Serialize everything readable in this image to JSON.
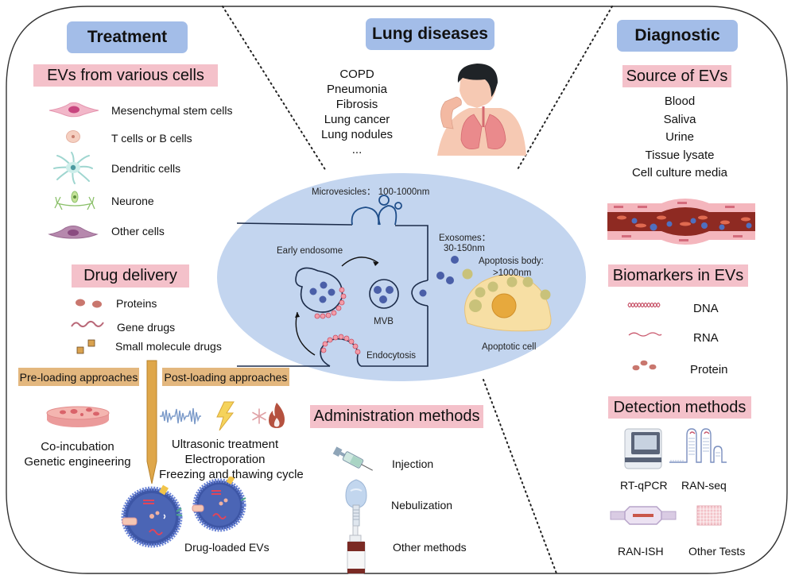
{
  "sections": {
    "treatment": {
      "title": "Treatment",
      "evs_from_cells": {
        "heading": "EVs from various cells",
        "items": [
          {
            "icon": "mesenchymal-stem-cell-icon",
            "label": "Mesenchymal stem cells"
          },
          {
            "icon": "lymphocyte-icon",
            "label": "T cells or B cells"
          },
          {
            "icon": "dendritic-cell-icon",
            "label": "Dendritic cells"
          },
          {
            "icon": "neurone-icon",
            "label": "Neurone"
          },
          {
            "icon": "other-cell-icon",
            "label": "Other cells"
          }
        ]
      },
      "drug_delivery": {
        "heading": "Drug delivery",
        "items": [
          {
            "icon": "protein-dots-icon",
            "label": "Proteins"
          },
          {
            "icon": "gene-wave-icon",
            "label": "Gene drugs"
          },
          {
            "icon": "small-molecule-squares-icon",
            "label": "Small molecule drugs"
          }
        ],
        "pre_loading": {
          "heading": "Pre-loading approaches",
          "icon": "petri-dish-icon",
          "methods": [
            "Co-incubation",
            "Genetic engineering"
          ]
        },
        "post_loading": {
          "heading": "Post-loading approaches",
          "icons": [
            "ultrasound-wave-icon",
            "lightning-icon",
            "snowflake-icon",
            "flame-icon"
          ],
          "methods": [
            "Ultrasonic treatment",
            "Electroporation",
            "Freezing and thawing cycle"
          ]
        },
        "result_label": "Drug-loaded EVs"
      }
    },
    "lung_diseases": {
      "title": "Lung diseases",
      "items": [
        "COPD",
        "Pneumonia",
        "Fibrosis",
        "Lung cancer",
        "Lung nodules",
        "..."
      ],
      "illustration": "coughing-patient-icon"
    },
    "biogenesis": {
      "microvesicles": "Microvesicles： 100-1000nm",
      "early_endosome": "Early endosome",
      "mvb": "MVB",
      "endocytosis": "Endocytosis",
      "exosomes_label": "Exosomes：",
      "exosomes_size": "30-150nm",
      "apoptosis_label": "Apoptosis body:",
      "apoptosis_size": ">1000nm",
      "apoptotic_cell": "Apoptotic cell"
    },
    "administration": {
      "heading": "Administration methods",
      "items": [
        {
          "icon": "syringe-icon",
          "label": "Injection"
        },
        {
          "icon": "nebulizer-mask-icon",
          "label": "Nebulization"
        },
        {
          "icon": "nasal-spray-bottle-icon",
          "label": "Other methods"
        }
      ]
    },
    "diagnostic": {
      "title": "Diagnostic",
      "source": {
        "heading": "Source of EVs",
        "items": [
          "Blood",
          "Saliva",
          "Urine",
          "Tissue lysate",
          "Cell culture media"
        ]
      },
      "biomarkers": {
        "heading": "Biomarkers in EVs",
        "items": [
          {
            "icon": "dna-helix-icon",
            "label": "DNA"
          },
          {
            "icon": "rna-wave-icon",
            "label": "RNA"
          },
          {
            "icon": "protein-dots-icon",
            "label": "Protein"
          }
        ]
      },
      "detection": {
        "heading": "Detection methods",
        "items": [
          {
            "icon": "pcr-machine-icon",
            "label": "RT-qPCR"
          },
          {
            "icon": "rna-hairpin-icon",
            "label": "RAN-seq"
          },
          {
            "icon": "probe-hybridization-icon",
            "label": "RAN-ISH"
          },
          {
            "icon": "well-plate-icon",
            "label": "Other Tests"
          }
        ]
      }
    }
  },
  "colors": {
    "title_box": "#a3bde8",
    "pink_box": "#f4c1ca",
    "tan_box": "#e3b77e",
    "ellipse": "#c3d5ef",
    "vesicle_blue": "#4a5fa8",
    "apoptotic_body": "#c9c27a"
  }
}
